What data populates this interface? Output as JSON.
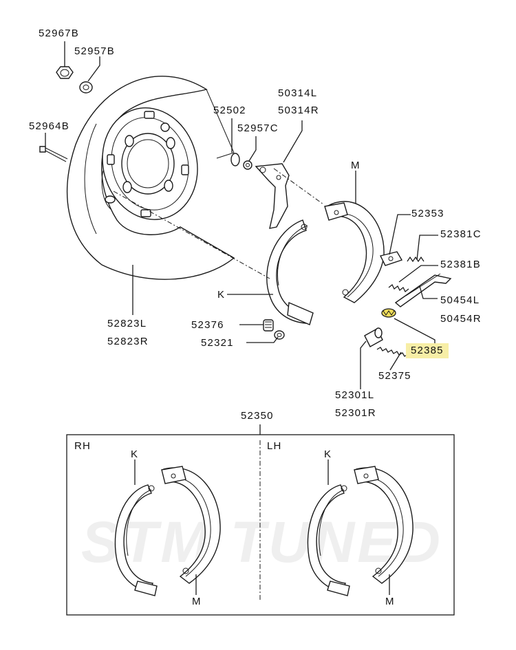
{
  "watermark": "STM TUNED",
  "colors": {
    "highlight": "#f7eea6",
    "line": "#1a1a1a",
    "watermark": "#efefef"
  },
  "part_labels": {
    "p52967b": "52967B",
    "p52957b": "52957B",
    "p52964b": "52964B",
    "p52502": "52502",
    "p52957c": "52957C",
    "p50314l": "50314L",
    "p50314r": "50314R",
    "m_top": "M",
    "p52353": "52353",
    "p52381c": "52381C",
    "p52381b": "52381B",
    "p50454l": "50454L",
    "p50454r": "50454R",
    "p52385": "52385",
    "p52375": "52375",
    "p52301l": "52301L",
    "p52301r": "52301R",
    "k_main": "K",
    "p52376": "52376",
    "p52321": "52321",
    "p52823l": "52823L",
    "p52823r": "52823R"
  },
  "kit": {
    "number": "52350",
    "rh": "RH",
    "lh": "LH",
    "k_rh": "K",
    "m_rh": "M",
    "k_lh": "K",
    "m_lh": "M"
  }
}
